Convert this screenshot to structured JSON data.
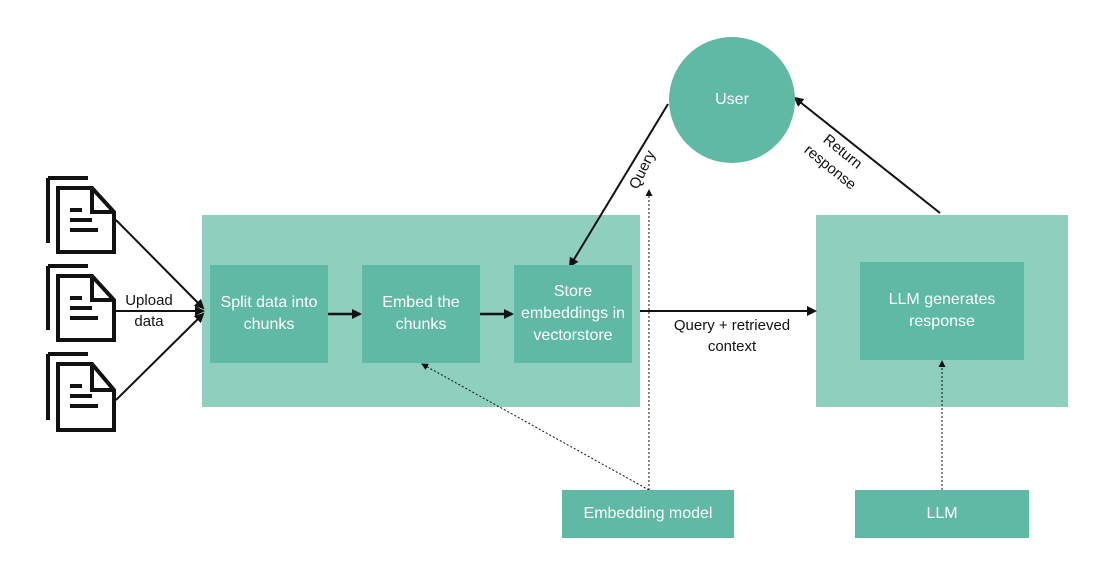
{
  "nodes": {
    "split": "Split data into chunks",
    "embed": "Embed the chunks",
    "store": "Store embeddings in vectorstore",
    "user": "User",
    "llm_generates": "LLM generates response",
    "embedding_model": "Embedding model",
    "llm": "LLM"
  },
  "edges": {
    "upload_line1": "Upload",
    "upload_line2": "data",
    "query": "Query",
    "return_line1": "Return",
    "return_line2": "response",
    "context_line1": "Query + retrieved",
    "context_line2": "context"
  },
  "colors": {
    "panel": "#8fcfbd",
    "box": "#5fb9a5",
    "arrow": "#111111"
  },
  "icons": [
    "document-stack-icon",
    "document-stack-icon",
    "document-stack-icon"
  ]
}
